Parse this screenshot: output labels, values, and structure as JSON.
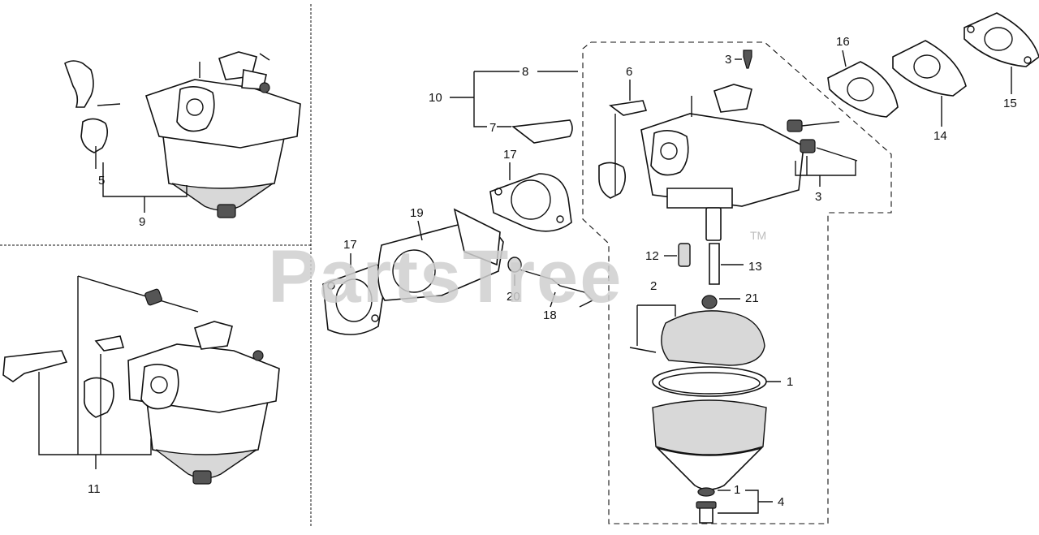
{
  "watermark": {
    "text": "PartsTree",
    "trademark": "TM"
  },
  "callouts": {
    "c1a": "1",
    "c1b": "1",
    "c2": "2",
    "c3a": "3",
    "c3b": "3",
    "c4": "4",
    "c5": "5",
    "c6": "6",
    "c7": "7",
    "c8": "8",
    "c9": "9",
    "c10": "10",
    "c11": "11",
    "c12": "12",
    "c13": "13",
    "c14": "14",
    "c15": "15",
    "c16": "16",
    "c17a": "17",
    "c17b": "17",
    "c18": "18",
    "c19": "19",
    "c20": "20",
    "c21": "21"
  }
}
